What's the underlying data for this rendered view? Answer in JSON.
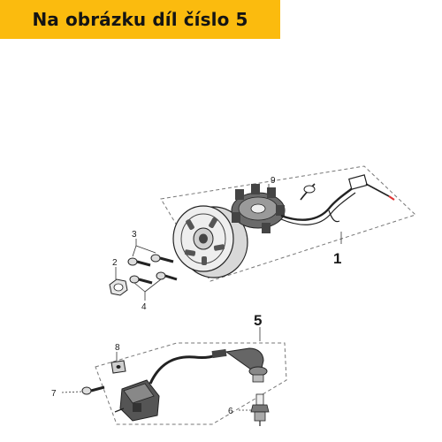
{
  "banner": {
    "text": "Na obrázku díl číslo 5",
    "color": "#fbbb0e"
  },
  "diagram": {
    "callouts": {
      "c1": "1",
      "c2": "2",
      "c3": "3",
      "c4": "4",
      "c5": "5",
      "c6": "6",
      "c7": "7",
      "c8": "8",
      "c9": "9"
    }
  }
}
